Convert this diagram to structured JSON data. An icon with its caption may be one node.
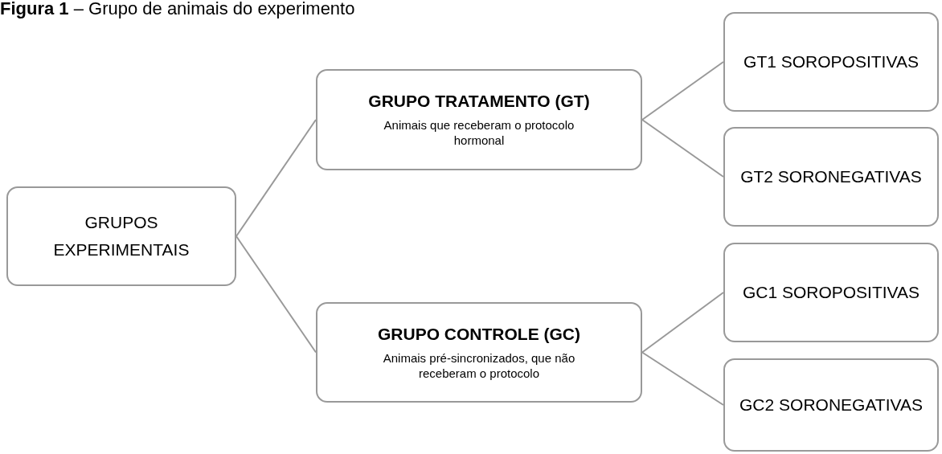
{
  "diagram": {
    "title": "**Figura 1** – Grupo de animais do experimento",
    "nodes": [
      {
        "text": [
          "GRUPOS EXPERIMENTAIS"
        ]
      },
      {
        "text": [
          "GRUPO TRATAMENTO (GT)",
          "Animais que receberam o protocolo hormonal"
        ]
      },
      {
        "text": [
          "GRUPO CONTROLE (GC)",
          "Animais pré-sincronizados, que não receberam o protocolo"
        ]
      },
      {
        "text": [
          "GT1 SOROPOSITIVAS"
        ]
      },
      {
        "text": [
          "GT2 SORONEGATIVAS"
        ]
      },
      {
        "text": [
          "GC1 SOROPOSITIVAS"
        ]
      },
      {
        "text": [
          "GC2 SORONEGATIVAS"
        ]
      }
    ],
    "edges": [
      {
        "from": 0,
        "to": 1,
        "arrow": "none"
      },
      {
        "from": 0,
        "to": 2,
        "arrow": "none"
      },
      {
        "from": 1,
        "to": 3,
        "arrow": "none"
      },
      {
        "from": 1,
        "to": 4,
        "arrow": "none"
      },
      {
        "from": 2,
        "to": 5,
        "arrow": "none"
      },
      {
        "from": 2,
        "to": 6,
        "arrow": "none"
      }
    ]
  }
}
